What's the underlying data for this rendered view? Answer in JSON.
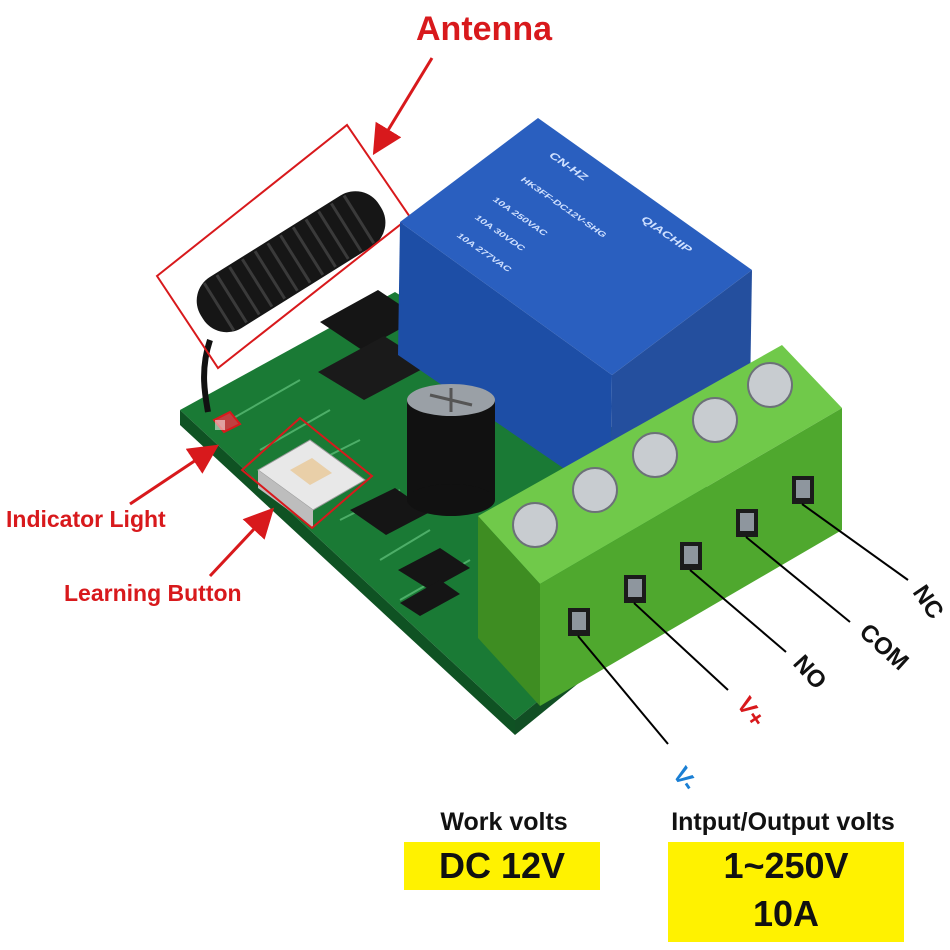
{
  "labels": {
    "antenna": "Antenna",
    "indicator_light": "Indicator Light",
    "learning_button": "Learning Button"
  },
  "relay_text": {
    "brand": "CN-HZ",
    "maker": "QIACHIP",
    "model": "HK3FF-DC12V-SHG",
    "rating_1": "10A 250VAC",
    "rating_2": "10A 30VDC",
    "rating_3": "10A 277VAC"
  },
  "terminals": {
    "v_minus": "V-",
    "v_plus": "V+",
    "no": "NO",
    "com": "COM",
    "nc": "NC"
  },
  "specs": {
    "work_volts_title": "Work volts",
    "work_volts_value": "DC 12V",
    "io_volts_title": "Intput/Output volts",
    "io_volts_line1": "1~250V",
    "io_volts_line2": "10A"
  },
  "colors": {
    "annotation_red": "#d8191c",
    "v_minus_blue": "#1a7fd4",
    "highlight_yellow": "#fff200",
    "pcb_green": "#1e8a3c",
    "terminal_green": "#5fb83a",
    "relay_blue": "#2a5fbf"
  }
}
